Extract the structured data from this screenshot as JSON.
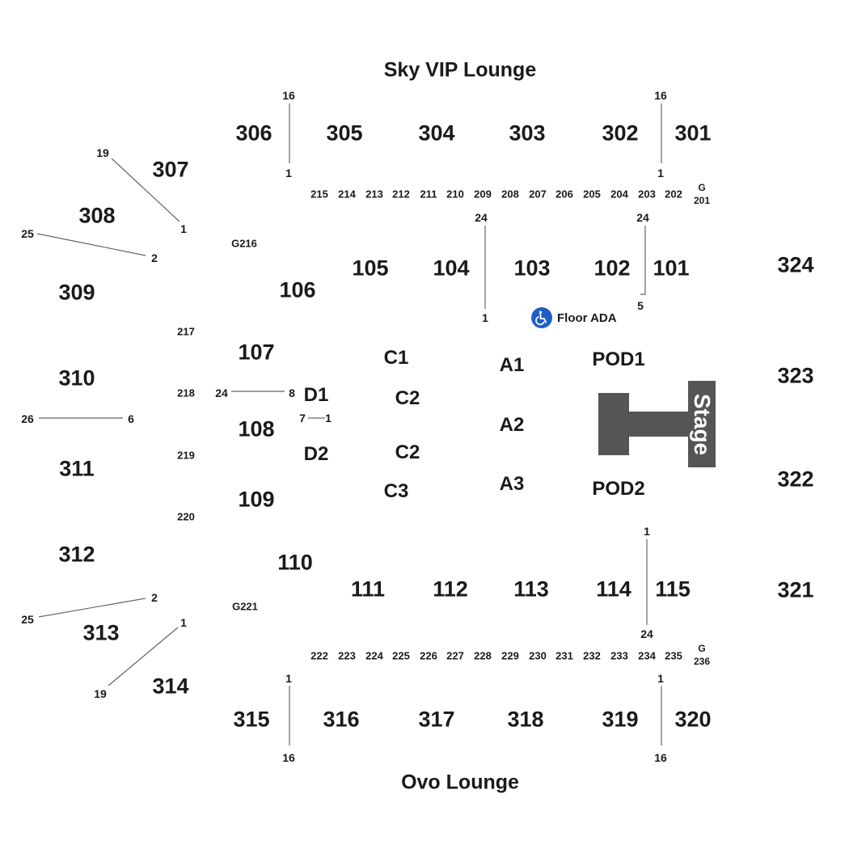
{
  "lounges": {
    "top": "Sky VIP Lounge",
    "bottom": "Ovo Lounge"
  },
  "sections_300_top": [
    "306",
    "305",
    "304",
    "303",
    "302",
    "301"
  ],
  "sections_300_left": [
    "307",
    "308",
    "309",
    "310",
    "311",
    "312",
    "313",
    "314"
  ],
  "sections_300_bottom": [
    "315",
    "316",
    "317",
    "318",
    "319",
    "320"
  ],
  "sections_300_right": [
    "324",
    "323",
    "322",
    "321"
  ],
  "sections_200_top": [
    "215",
    "214",
    "213",
    "212",
    "211",
    "210",
    "209",
    "208",
    "207",
    "206",
    "205",
    "204",
    "203",
    "202"
  ],
  "sections_200_bottom": [
    "222",
    "223",
    "224",
    "225",
    "226",
    "227",
    "228",
    "229",
    "230",
    "231",
    "232",
    "233",
    "234",
    "235"
  ],
  "sections_200_left": [
    "217",
    "218",
    "219",
    "220"
  ],
  "sections_200_g": {
    "g216": "G216",
    "g221": "G221",
    "g201_top": "G",
    "g201_bottom": "201",
    "g236_top": "G",
    "g236_bottom": "236"
  },
  "sections_100_top": [
    "105",
    "104",
    "103",
    "102",
    "101"
  ],
  "sections_100_left": [
    "106",
    "107",
    "108",
    "109",
    "110"
  ],
  "sections_100_bottom": [
    "111",
    "112",
    "113",
    "114",
    "115"
  ],
  "floor_sections": {
    "c1": "C1",
    "c2a": "C2",
    "c2b": "C2",
    "c3": "C3",
    "a1": "A1",
    "a2": "A2",
    "a3": "A3",
    "d1": "D1",
    "d2": "D2",
    "pod1": "POD1",
    "pod2": "POD2"
  },
  "stage": {
    "label": "Stage",
    "color": "#555555"
  },
  "ada": {
    "label": "Floor ADA",
    "icon": "wheelchair-icon",
    "color": "#1f5fc4"
  },
  "row_markers": {
    "top_left_16": "16",
    "top_left_1": "1",
    "top_right_16": "16",
    "top_right_1": "1",
    "s307_19": "19",
    "s307_1": "1",
    "s308_25": "25",
    "s308_2": "2",
    "s310_26": "26",
    "s310_6": "6",
    "s312_25": "25",
    "s312_2": "2",
    "s313_19": "19",
    "s313_1": "1",
    "mid_104_24": "24",
    "mid_104_1": "1",
    "mid_101_24": "24",
    "mid_101_5": "5",
    "d1_24": "24",
    "d1_8": "8",
    "d_7": "7",
    "d_1": "1",
    "s115_1": "1",
    "s115_24": "24",
    "bottom_left_1": "1",
    "bottom_left_16": "16",
    "bottom_right_1": "1",
    "bottom_right_16": "16"
  }
}
